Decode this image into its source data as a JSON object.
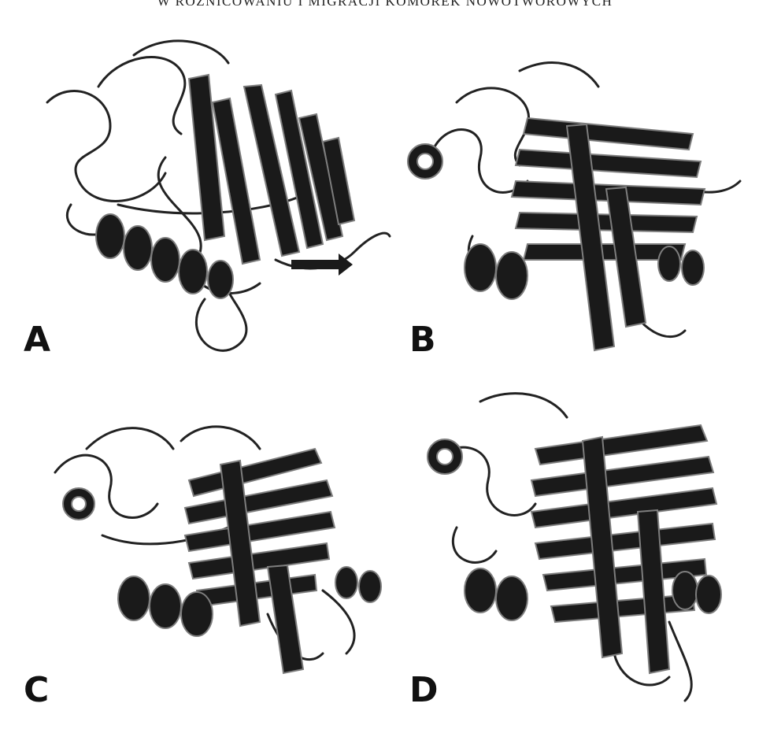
{
  "page_header": "W RÓŻNICOWANIU I MIGRACJI KOMÓREK NOWOTWOROWYCH",
  "panels": [
    {
      "label": "A",
      "description_icon": "protein-ribbon-structure-icon"
    },
    {
      "label": "B",
      "description_icon": "protein-ribbon-structure-icon"
    },
    {
      "label": "C",
      "description_icon": "protein-ribbon-structure-icon"
    },
    {
      "label": "D",
      "description_icon": "protein-ribbon-structure-icon"
    }
  ],
  "colors": {
    "strand": "#1a1a1a",
    "strand_edge": "#8a8a8a",
    "coil": "#222222",
    "background": "#ffffff"
  }
}
